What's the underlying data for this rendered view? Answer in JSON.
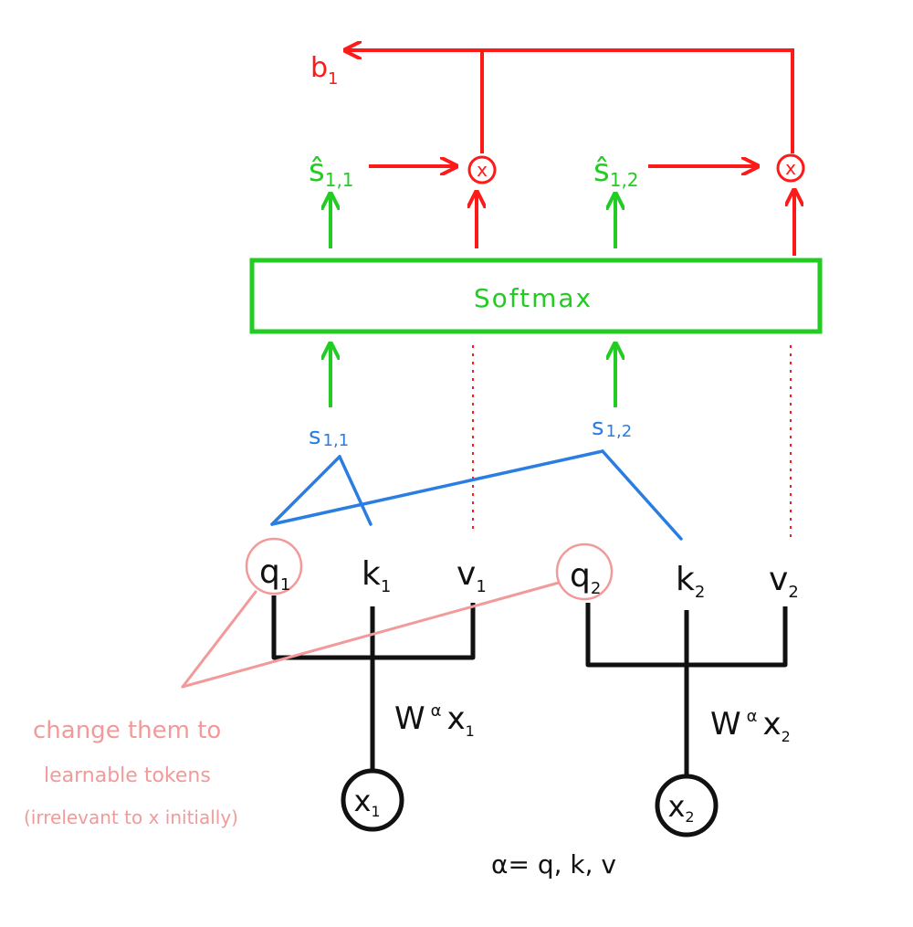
{
  "colors": {
    "black": "#111111",
    "red": "#ff1a1a",
    "green": "#22cc22",
    "blue": "#2a7de1",
    "pink": "#f29a9a"
  },
  "labels": {
    "b1_main": "b",
    "b1_sub": "1",
    "s_hat_11_main": "ŝ",
    "s_hat_11_sub": "1,1",
    "s_hat_12_main": "ŝ",
    "s_hat_12_sub": "1,2",
    "multiply": "x",
    "softmax": "Softmax",
    "s11_main": "s",
    "s11_sub": "1,1",
    "s12_main": "s",
    "s12_sub": "1,2",
    "q1_main": "q",
    "q1_sub": "1",
    "k1_main": "k",
    "k1_sub": "1",
    "v1_main": "v",
    "v1_sub": "1",
    "q2_main": "q",
    "q2_sub": "2",
    "k2_main": "k",
    "k2_sub": "2",
    "v2_main": "v",
    "v2_sub": "2",
    "w1_main": "W",
    "w1_sup": "α",
    "w1_x": "x",
    "w1_sub": "1",
    "w2_main": "W",
    "w2_sup": "α",
    "w2_x": "x",
    "w2_sub": "2",
    "x1_main": "x",
    "x1_sub": "1",
    "x2_main": "x",
    "x2_sub": "2",
    "alpha_def": "α= q, k, v"
  },
  "annotation": {
    "line1": "change them to",
    "line2": "learnable tokens",
    "line3": "(irrelevant to x initially)"
  }
}
